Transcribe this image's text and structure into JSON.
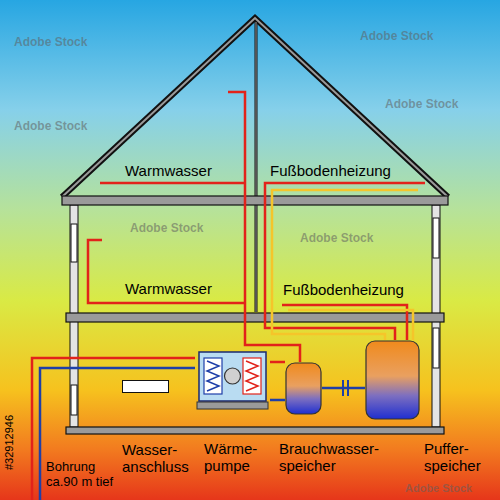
{
  "diagram": {
    "nodes": [
      {
        "text": [
          "Wasser- anschluss"
        ]
      },
      {
        "text": [
          "Wärme- pumpe"
        ]
      },
      {
        "text": [
          "Brauchwasser- speicher"
        ]
      },
      {
        "text": [
          "Puffer- speicher"
        ]
      }
    ],
    "edges": [
      {
        "from": 1,
        "to": 2,
        "arrow": "none"
      },
      {
        "from": 2,
        "to": 3,
        "arrow": "none"
      }
    ],
    "labels": [
      "Warmwasser",
      "Fußbodenheizung",
      "Warmwasser",
      "Fußbodenheizung",
      "Bohrung ca.90 m tief",
      "#32912946",
      "Adobe Stock",
      "Adobe Stock",
      "Adobe Stock",
      "Adobe Stock",
      "Adobe Stock",
      "Adobe Stock",
      "Adobe Stock"
    ]
  }
}
